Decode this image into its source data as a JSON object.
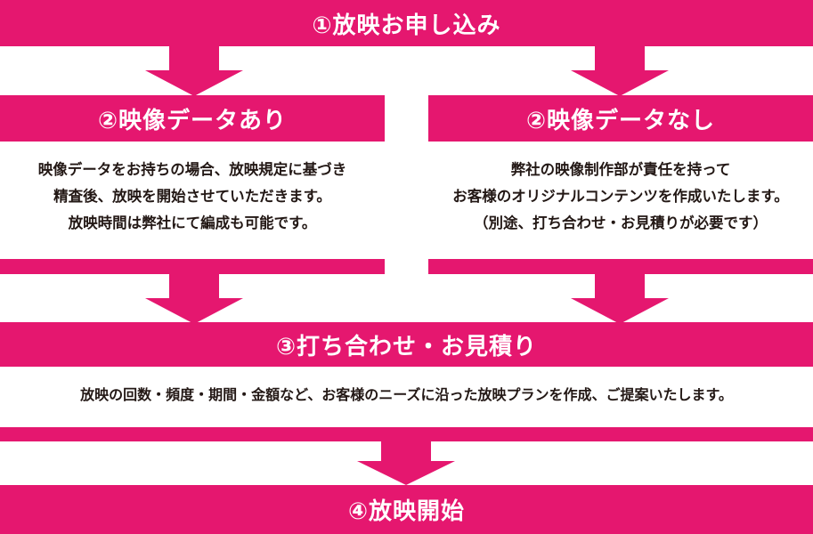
{
  "colors": {
    "accent": "#e5176f",
    "text": "#231815",
    "background": "#ffffff"
  },
  "step1": {
    "title": "①放映お申し込み"
  },
  "step2a": {
    "title": "②映像データあり",
    "lines": [
      "映像データをお持ちの場合、放映規定に基づき",
      "精査後、放映を開始させていただきます。",
      "放映時間は弊社にて編成も可能です。"
    ]
  },
  "step2b": {
    "title": "②映像データなし",
    "lines": [
      "弊社の映像制作部が責任を持って",
      "お客様のオリジナルコンテンツを作成いたします。",
      "（別途、打ち合わせ・お見積りが必要です）"
    ]
  },
  "step3": {
    "title": "③打ち合わせ・お見積り",
    "lines": [
      "放映の回数・頻度・期間・金額など、お客様のニーズに沿った放映プランを作成、ご提案いたします。"
    ]
  },
  "step4": {
    "title": "④放映開始"
  }
}
